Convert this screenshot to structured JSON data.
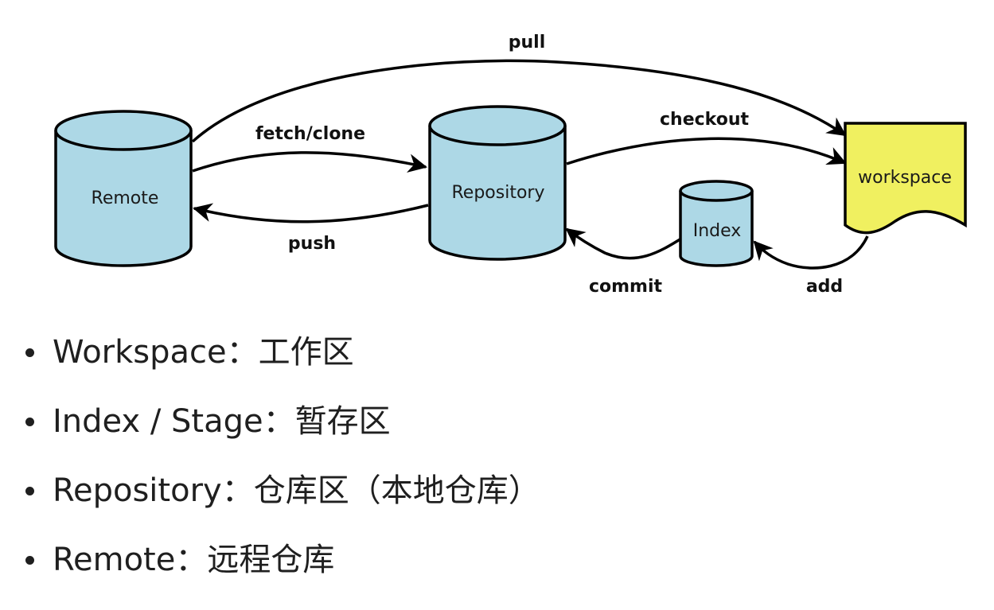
{
  "diagram": {
    "nodes": {
      "remote": "Remote",
      "repository": "Repository",
      "index": "Index",
      "workspace": "workspace"
    },
    "edges": {
      "pull": "pull",
      "fetch_clone": "fetch/clone",
      "push": "push",
      "checkout": "checkout",
      "commit": "commit",
      "add": "add"
    },
    "colors": {
      "cylinder_fill": "#add8e6",
      "workspace_fill": "#f0f060",
      "stroke": "#000000"
    }
  },
  "legend": {
    "items": [
      {
        "term": "Workspace",
        "separator": "：",
        "desc": "工作区"
      },
      {
        "term": "Index / Stage",
        "separator": "：",
        "desc": "暂存区"
      },
      {
        "term": "Repository",
        "separator": "：",
        "desc": "仓库区（本地仓库）"
      },
      {
        "term": "Remote",
        "separator": "：",
        "desc": "远程仓库"
      }
    ]
  }
}
